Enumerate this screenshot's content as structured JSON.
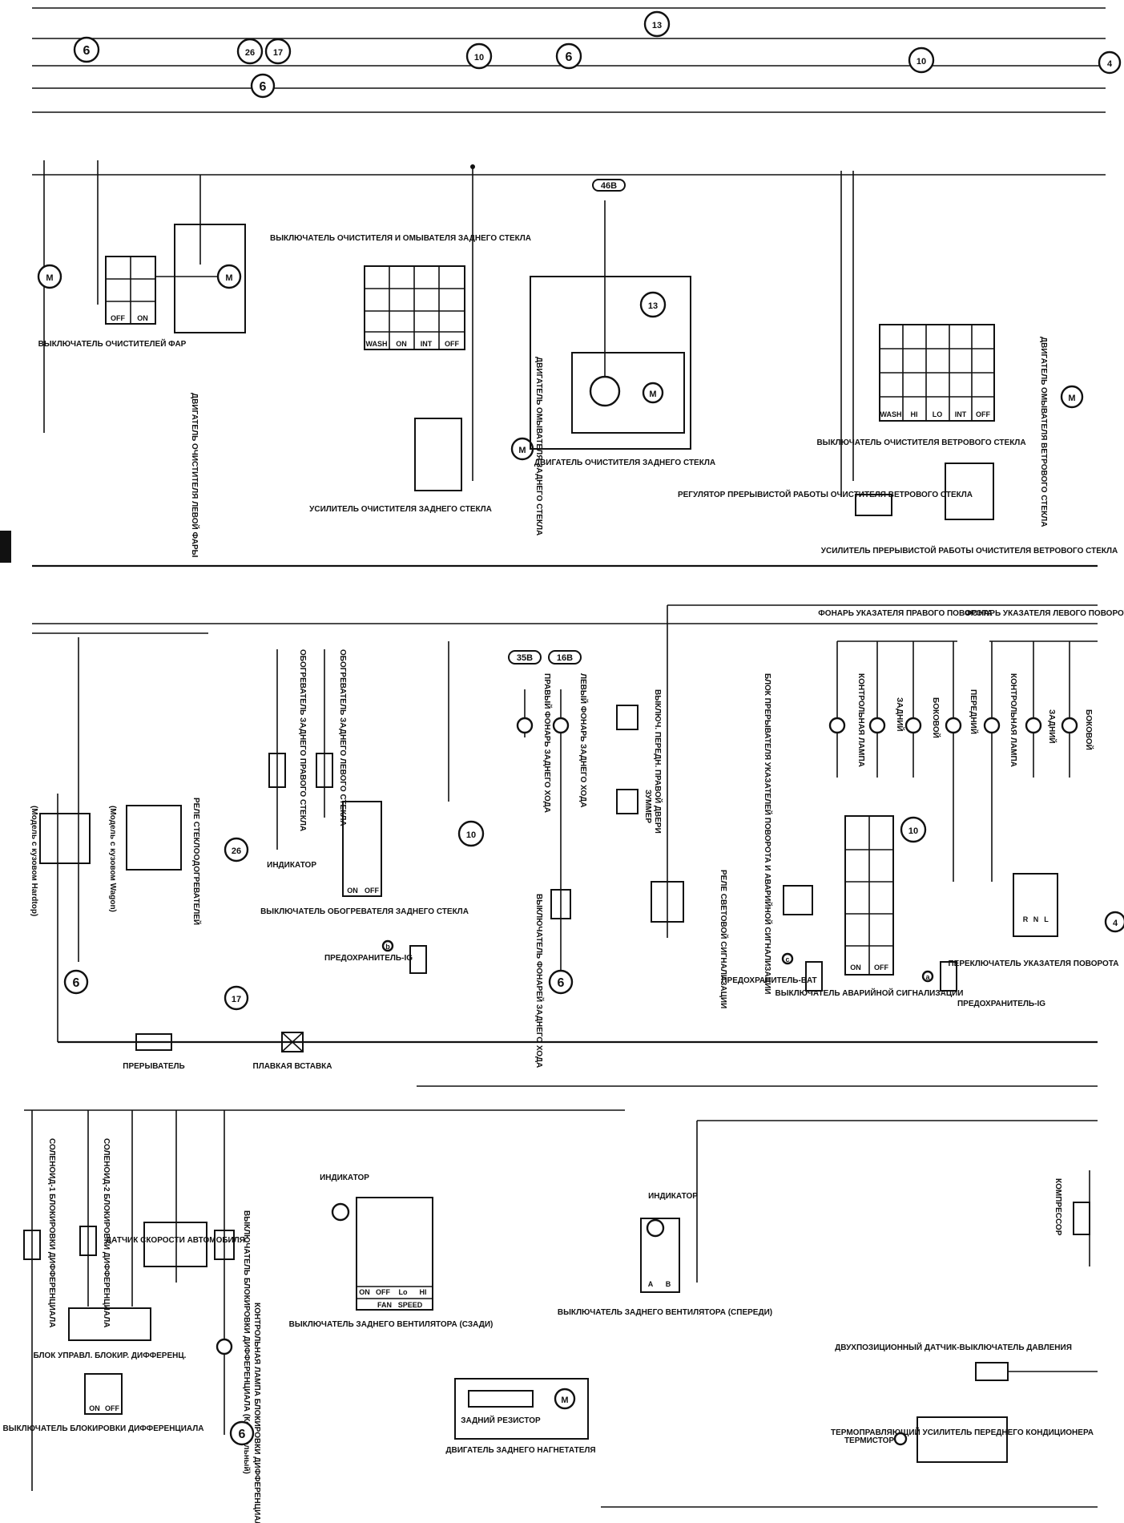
{
  "bus_refs": {
    "top_row": [
      "6",
      "26",
      "17",
      "10",
      "6",
      "10",
      "4"
    ],
    "center_ref": "13",
    "sub_ref": "6"
  },
  "headlamp_wiper": {
    "switch_label": "ВЫКЛЮЧАТЕЛЬ ОЧИСТИТЕЛЕЙ ФАР",
    "motor_label": "ДВИГАТЕЛЬ ОЧИСТИТЕЛЯ ЛЕВОЙ ФАРЫ",
    "switch_positions": [
      "OFF",
      "ON"
    ]
  },
  "rear_wiper": {
    "switch_label": "ВЫКЛЮЧАТЕЛЬ ОЧИСТИТЕЛЯ И ОМЫВАТЕЛЯ ЗАДНЕГО СТЕКЛА",
    "switch_positions": [
      "OFF",
      "INT",
      "ON",
      "WASH"
    ],
    "washer_motor_label": "ДВИГАТЕЛЬ ОМЫВАТЕЛЯ ЗАДНЕГО СТЕКЛА",
    "wiper_motor_label": "ДВИГАТЕЛЬ ОЧИСТИТЕЛЯ ЗАДНЕГО СТЕКЛА",
    "amplifier_label": "УСИЛИТЕЛЬ ОЧИСТИТЕЛЯ ЗАДНЕГО СТЕКЛА",
    "ground_ref": "46B",
    "motor_ref": "13"
  },
  "front_wiper": {
    "switch_label": "ВЫКЛЮЧАТЕЛЬ ОЧИСТИТЕЛЯ ВЕТРОВОГО СТЕКЛА",
    "switch_positions": [
      "OFF",
      "INT",
      "LO",
      "HI",
      "WASH"
    ],
    "washer_motor_label": "ДВИГАТЕЛЬ ОМЫВАТЕЛЯ ВЕТРОВОГО СТЕКЛА",
    "interval_regulator_label": "РЕГУЛЯТОР ПРЕРЫВИСТОЙ РАБОТЫ ОЧИСТИТЕЛЯ ВЕТРОВОГО СТЕКЛА",
    "interval_amp_label": "УСИЛИТЕЛЬ ПРЕРЫВИСТОЙ РАБОТЫ ОЧИСТИТЕЛЯ ВЕТРОВОГО СТЕКЛА"
  },
  "defogger": {
    "relay_label": "РЕЛЕ СТЕКЛООДОГРЕВАТЕЛЕЙ",
    "wagon_label": "(Модель с кузовом Wagon)",
    "hardtop_label": "(Модель с кузовом Hardtop)",
    "left_heater": "ОБОГРЕВАТЕЛЬ ЗАДНЕГО ЛЕВОГО СТЕКЛА",
    "right_heater": "ОБОГРЕВАТЕЛЬ ЗАДНЕГО ПРАВОГО СТЕКЛА",
    "switch_label": "ВЫКЛЮЧАТЕЛЬ ОБОГРЕВАТЕЛЯ ЗАДНЕГО СТЕКЛА",
    "indicator": "ИНДИКАТОР",
    "switch_positions": [
      "ON",
      "OFF"
    ],
    "fuse_label": "ПРЕДОХРАНИТЕЛЬ-IG",
    "fuse_ref": "b",
    "refs": [
      "26",
      "10",
      "6",
      "17"
    ]
  },
  "main_fuses": {
    "breaker": "ПРЕРЫВАТЕЛЬ",
    "fusible_link": "ПЛАВКАЯ ВСТАВКА"
  },
  "reverse_lights": {
    "left": "ЛЕВЫЙ ФОНАРЬ ЗАДНЕГО ХОДА",
    "right": "ПРАВЫЙ ФОНАРЬ ЗАДНЕГО ХОДА",
    "switch": "ВЫКЛЮЧАТЕЛЬ ФОНАРЕЙ ЗАДНЕГО ХОДА",
    "refs": [
      "16B",
      "35B",
      "6"
    ]
  },
  "door_buzzer": {
    "door_switch": "ВЫКЛЮЧ. ПЕРЕДН. ПРАВОЙ ДВЕРИ",
    "buzzer": "ЗУММЕР",
    "relay": "РЕЛЕ СВЕТОВОЙ СИГНАЛИЗАЦИИ"
  },
  "turn_signals": {
    "right_group": "ФОНАРЬ УКАЗАТЕЛЯ ПРАВОГО ПОВОРОТА",
    "left_group": "ФОНАРЬ УКАЗАТЕЛЯ ЛЕВОГО ПОВОРОТА",
    "lamps": [
      "КОНТРОЛЬНАЯ ЛАМПА",
      "ЗАДНИЙ",
      "БОКОВОЙ",
      "ПЕРЕДНИЙ"
    ],
    "left_lamps": [
      "КОНТРОЛЬНАЯ ЛАМПА",
      "ЗАДНИЙ",
      "БОКОВОЙ"
    ],
    "flasher": "БЛОК ПРЕРЫВАТЕЛЯ УКАЗАТЕЛЕЙ ПОВОРОТА И АВАРИЙНОЙ СИГНАЛИЗАЦИИ",
    "hazard_switch": "ВЫКЛЮЧАТЕЛЬ АВАРИЙНОЙ СИГНАЛИЗАЦИИ",
    "hazard_positions": [
      "ON",
      "OFF"
    ],
    "turn_switch": "ПЕРЕКЛЮЧАТЕЛЬ УКАЗАТЕЛЯ ПОВОРОТА",
    "turn_positions": [
      "R",
      "N",
      "L"
    ],
    "fuse_bat": "ПРЕДОХРАНИТЕЛЬ-BAT",
    "fuse_ig": "ПРЕДОХРАНИТЕЛЬ-IG",
    "fuse_bat_ref": "c",
    "fuse_ig_ref": "a",
    "refs": [
      "10",
      "4"
    ]
  },
  "diff_lock": {
    "solenoid1": "СОЛЕНОИД-1 БЛОКИРОВКИ ДИФФЕРЕНЦИАЛА",
    "solenoid2": "СОЛЕНОИД-2 БЛОКИРОВКИ ДИФФЕРЕНЦИАЛА",
    "speed_sensor": "ДАТЧИК СКОРОСТИ АВТОМОБИЛЯ",
    "lock_switch": "ВЫКЛЮЧАТЕЛЬ БЛОКИРОВКИ ДИФФЕРЕНЦИАЛА (Контрольный)",
    "lock_lamp": "КОНТРОЛЬНАЯ ЛАМПА БЛОКИРОВКИ ДИФФЕРЕНЦИАЛА",
    "ecu": "БЛОК УПРАВЛ. БЛОКИР. ДИФФЕРЕНЦ.",
    "switch": "ВЫКЛЮЧАТЕЛЬ БЛОКИРОВКИ ДИФФЕРЕНЦИАЛА",
    "switch_positions": [
      "ON",
      "OFF"
    ],
    "ref": "6"
  },
  "rear_fan": {
    "rear_switch": "ВЫКЛЮЧАТЕЛЬ ЗАДНЕГО ВЕНТИЛЯТОРА (СЗАДИ)",
    "front_switch": "ВЫКЛЮЧАТЕЛЬ ЗАДНЕГО ВЕНТИЛЯТОРА (СПЕРЕДИ)",
    "fan_header": [
      "FAN",
      "SPEED"
    ],
    "speed_positions": [
      "ON",
      "OFF",
      "Lo",
      "HI"
    ],
    "front_positions": [
      "A",
      "B"
    ],
    "indicator": "ИНДИКАТОР",
    "resistor": "ЗАДНИЙ РЕЗИСТОР",
    "motor": "ДВИГАТЕЛЬ ЗАДНЕГО НАГНЕТАТЕЛЯ"
  },
  "ac": {
    "compressor": "КОМПРЕССОР",
    "pressure_switch": "ДВУХПОЗИЦИОННЫЙ ДАТЧИК-ВЫКЛЮЧАТЕЛЬ ДАВЛЕНИЯ",
    "amplifier": "ТЕРМОПРАВЛЯЮЩИЙ УСИЛИТЕЛЬ ПЕРЕДНЕГО КОНДИЦИОНЕРА",
    "thermistor": "ТЕРМИСТОР"
  }
}
